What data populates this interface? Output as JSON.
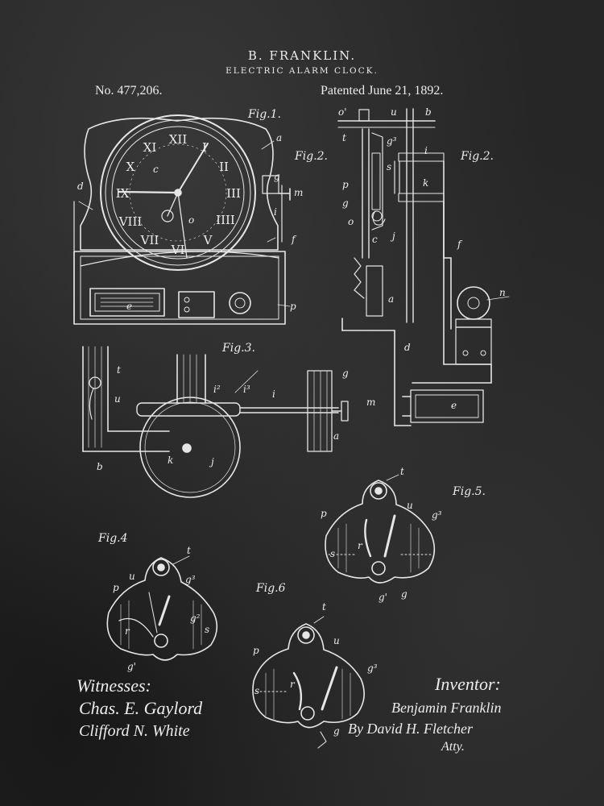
{
  "document": {
    "inventor_name_header": "B. FRANKLIN.",
    "invention_title": "ELECTRIC ALARM CLOCK.",
    "patent_number": "No. 477,206.",
    "patent_date": "Patented June 21, 1892."
  },
  "figures": {
    "fig1": "Fig.1.",
    "fig2a": "Fig.2.",
    "fig2b": "Fig.2.",
    "fig3": "Fig.3.",
    "fig4": "Fig.4",
    "fig5": "Fig.5.",
    "fig6": "Fig.6"
  },
  "labels": {
    "fig1": {
      "a": "a",
      "c": "c",
      "d": "d",
      "e": "e",
      "f": "f",
      "g": "g",
      "i": "i",
      "m": "m",
      "o": "o",
      "p": "p"
    },
    "fig2": {
      "o1": "o'",
      "u": "u",
      "b": "b",
      "g3": "g³",
      "t": "t",
      "i": "i",
      "s": "s",
      "p": "p",
      "k": "k",
      "g": "g",
      "o": "o",
      "c": "c",
      "j": "j",
      "a": "a",
      "d": "d",
      "f": "f",
      "n": "n",
      "e": "e"
    },
    "fig3": {
      "t": "t",
      "u": "u",
      "i2": "i²",
      "i3": "i³",
      "i": "i",
      "g": "g",
      "m": "m",
      "b": "b",
      "k": "k",
      "j": "j",
      "a": "a"
    },
    "fig4": {
      "t": "t",
      "p": "p",
      "u": "u",
      "g3": "g³",
      "g2": "g²",
      "s": "s",
      "r": "r",
      "g1": "g'"
    },
    "fig5": {
      "t": "t",
      "u": "u",
      "p": "p",
      "g3": "g³",
      "s": "s",
      "r": "r",
      "g1": "g'",
      "g": "g"
    },
    "fig6": {
      "t": "t",
      "u": "u",
      "p": "p",
      "g3": "g³",
      "s": "s",
      "r": "r",
      "g": "g"
    }
  },
  "signatures": {
    "witnesses_heading": "Witnesses:",
    "witness_1": "Chas. E. Gaylord",
    "witness_2": "Clifford N. White",
    "inventor_heading": "Inventor:",
    "inventor_signature": "Benjamin Franklin",
    "attorney_line": "By David H. Fletcher",
    "attorney_abbrev": "Atty."
  },
  "colors": {
    "background": "#262626",
    "ink": "#ececec"
  }
}
